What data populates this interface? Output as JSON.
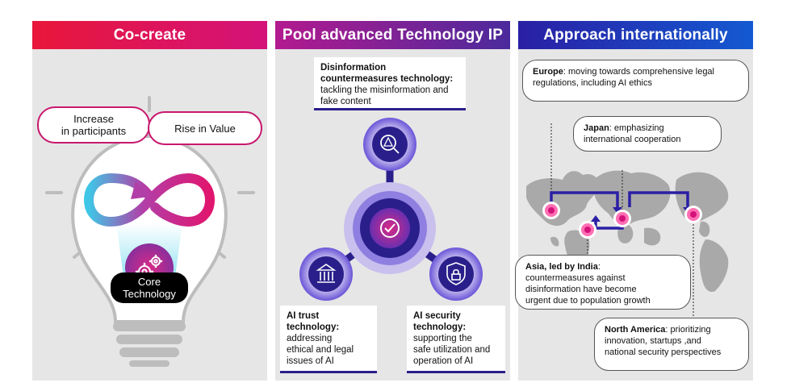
{
  "panels": {
    "cocreate": {
      "title": "Co-create",
      "pill_left_line1": "Increase",
      "pill_left_line2": "in participants",
      "pill_right": "Rise in Value",
      "core_line1": "Core",
      "core_line2": "Technology"
    },
    "pool": {
      "title": "Pool advanced Technology IP",
      "disinfo": {
        "bold_line1": "Disinformation",
        "bold_line2": "countermeasures technology:",
        "text_line1": "tackling the misinformation and",
        "text_line2": "fake content"
      },
      "trust": {
        "bold_line1": "AI trust",
        "bold_line2": "technology:",
        "text_line1": "addressing",
        "text_line2": "ethical and legal",
        "text_line3": "issues of AI"
      },
      "security": {
        "bold_line1": "AI security",
        "bold_line2": "technology:",
        "text_line1": "supporting the",
        "text_line2": "safe utilization and",
        "text_line3": "operation of AI"
      }
    },
    "approach": {
      "title": "Approach internationally",
      "europe": {
        "region": "Europe",
        "text_line1": ": moving towards comprehensive legal",
        "text_line2": "regulations, including AI ethics"
      },
      "japan": {
        "region": "Japan",
        "text_line1": ": emphasizing",
        "text_line2": "international cooperation"
      },
      "asia": {
        "region": "Asia, led by India",
        "text_line0": ":",
        "text_line1": "countermeasures against",
        "text_line2": "disinformation have become",
        "text_line3": "urgent due to population growth"
      },
      "north_america": {
        "region": "North America",
        "text_line1": ": prioritizing",
        "text_line2": "innovation, startups ,and",
        "text_line3": "national security perspectives"
      }
    }
  },
  "colors": {
    "magenta": "#c8186e",
    "red": "#e8173a",
    "purple": "#4b2a9c",
    "blue": "#1459d1",
    "navy": "#2a1f8a",
    "panel_bg": "#e6e6e6",
    "marker": "#ff3d9a"
  },
  "icons": [
    "infinity-arrow-icon",
    "gears-icon",
    "lightbulb-icon",
    "warning-magnifier-icon",
    "check-gear-icon",
    "bank-icon",
    "shield-lock-icon",
    "world-map-icon",
    "location-marker-icon"
  ]
}
